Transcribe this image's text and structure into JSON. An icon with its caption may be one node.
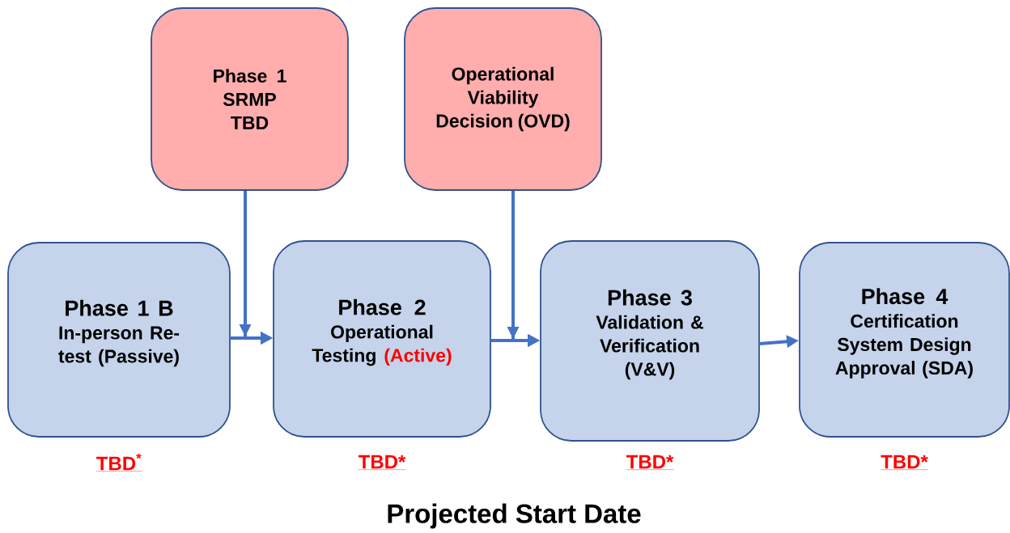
{
  "diagram": {
    "caption": "Projected Start Date",
    "nodes": [
      {
        "text": [
          "Phase 1",
          "SRMP",
          "TBD"
        ]
      },
      {
        "text": [
          "Operational Viability Decision (OVD)"
        ]
      },
      {
        "text": [
          "Phase 1 B",
          "In-person Re-test (Passive)"
        ],
        "beside": [
          "TBD$^{*}$"
        ]
      },
      {
        "text": [
          "Phase 2",
          "Operational Testing",
          "(Active)"
        ],
        "beside": [
          "TBD*"
        ]
      },
      {
        "text": [
          "Phase 3",
          "Validation & Verification (V&V)"
        ],
        "beside": [
          "TBD*"
        ]
      },
      {
        "text": [
          "Phase 4",
          "Certification System Design Approval (SDA)"
        ],
        "beside": [
          "TBD*"
        ]
      }
    ],
    "edges": [
      {
        "from": 2,
        "to": 3,
        "arrow": "to"
      },
      {
        "from": 0,
        "to": 3,
        "arrow": "to"
      },
      {
        "from": 3,
        "to": 4,
        "arrow": "to"
      },
      {
        "from": 1,
        "to": 4,
        "arrow": "to"
      },
      {
        "from": 4,
        "to": 5,
        "arrow": "to"
      }
    ]
  }
}
